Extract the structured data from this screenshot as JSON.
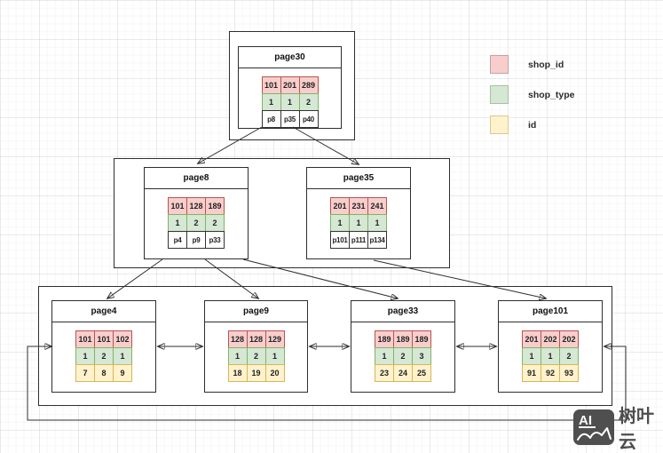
{
  "legend": {
    "items": [
      {
        "label": "shop_id",
        "color": "#f8cecc"
      },
      {
        "label": "shop_type",
        "color": "#d5e8d4"
      },
      {
        "label": "id",
        "color": "#fff2cc"
      }
    ]
  },
  "nodes": {
    "page30": {
      "title": "page30",
      "rows": [
        [
          "101",
          "201",
          "289"
        ],
        [
          "1",
          "1",
          "2"
        ],
        [
          "p8",
          "p35",
          "p40"
        ]
      ]
    },
    "page8": {
      "title": "page8",
      "rows": [
        [
          "101",
          "128",
          "189"
        ],
        [
          "1",
          "2",
          "2"
        ],
        [
          "p4",
          "p9",
          "p33"
        ]
      ]
    },
    "page35": {
      "title": "page35",
      "rows": [
        [
          "201",
          "231",
          "241"
        ],
        [
          "1",
          "1",
          "1"
        ],
        [
          "p101",
          "p111",
          "p134"
        ]
      ]
    },
    "page4": {
      "title": "page4",
      "rows": [
        [
          "101",
          "101",
          "102"
        ],
        [
          "1",
          "2",
          "1"
        ],
        [
          "7",
          "8",
          "9"
        ]
      ]
    },
    "page9": {
      "title": "page9",
      "rows": [
        [
          "128",
          "128",
          "129"
        ],
        [
          "1",
          "2",
          "1"
        ],
        [
          "18",
          "19",
          "20"
        ]
      ]
    },
    "page33": {
      "title": "page33",
      "rows": [
        [
          "189",
          "189",
          "189"
        ],
        [
          "1",
          "2",
          "3"
        ],
        [
          "23",
          "24",
          "25"
        ]
      ]
    },
    "page101": {
      "title": "page101",
      "rows": [
        [
          "201",
          "202",
          "202"
        ],
        [
          "1",
          "1",
          "2"
        ],
        [
          "91",
          "92",
          "93"
        ]
      ]
    }
  },
  "colors": {
    "shop_id_fill": "#f8cecc",
    "shop_id_border": "#b85450",
    "shop_type_fill": "#d5e8d4",
    "shop_type_border": "#82b366",
    "id_fill": "#fff2cc",
    "id_border": "#d6b656",
    "line": "#2e2e2e"
  },
  "watermark": {
    "logo_text": "AI",
    "brand_text": "树叶云"
  }
}
